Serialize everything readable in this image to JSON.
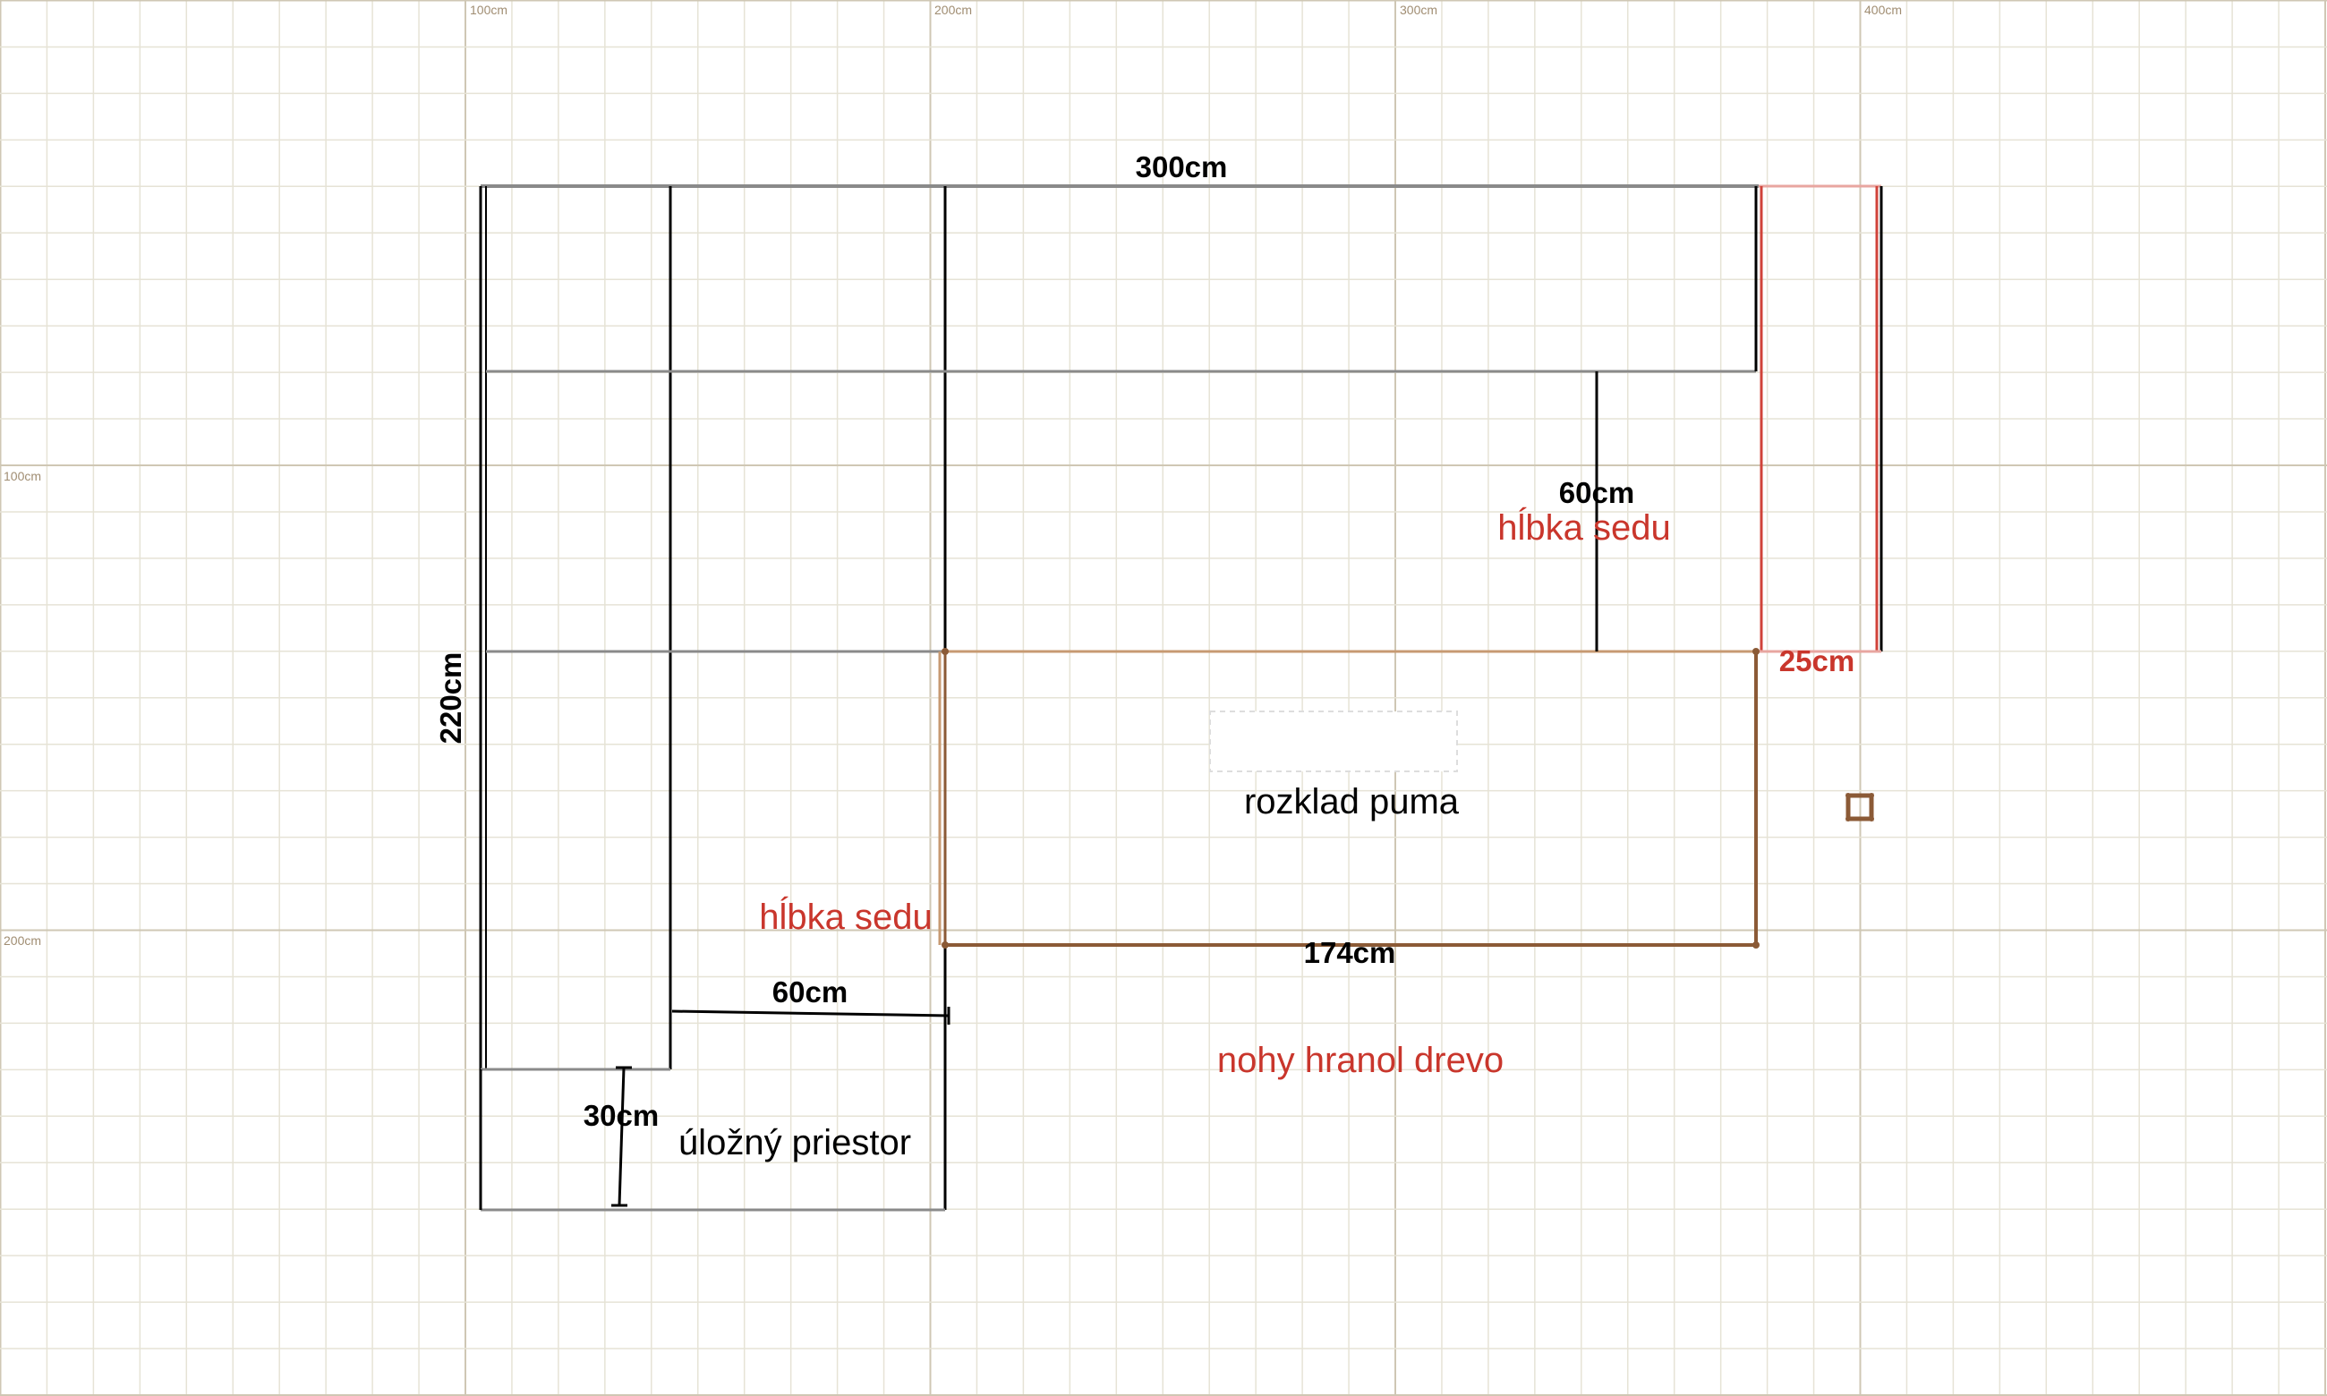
{
  "canvas": {
    "background": "#ffffff",
    "grid_minor_color": "#e6e3d6",
    "grid_major_color": "#cfc7b4",
    "ruler_text_color": "#a08d72"
  },
  "rulers": {
    "top": [
      "100cm",
      "200cm",
      "300cm",
      "400cm"
    ],
    "left": [
      "100cm",
      "200cm"
    ]
  },
  "dimensions": {
    "total_width": "300cm",
    "total_height": "220cm",
    "seat_depth_right": "60cm",
    "seat_depth_left": "60cm",
    "backrest": "25cm",
    "bed_width": "174cm",
    "storage_depth": "30cm"
  },
  "labels": {
    "seat_depth_right_note": "hĺbka sedu",
    "seat_depth_left_note": "hĺbka sedu",
    "bed_mechanism": "rozklad puma",
    "legs_note": "nohy hranol drevo",
    "storage": "úložný priestor"
  },
  "colors": {
    "outline": "#000000",
    "outline_gray": "#8a8a8a",
    "backrest_red": "#d0433a",
    "bed_brown": "#8b5a36",
    "bed_brown_light": "#c79a72",
    "note_red": "#c9362c"
  },
  "icons": {
    "marker": "square-marker-icon"
  }
}
